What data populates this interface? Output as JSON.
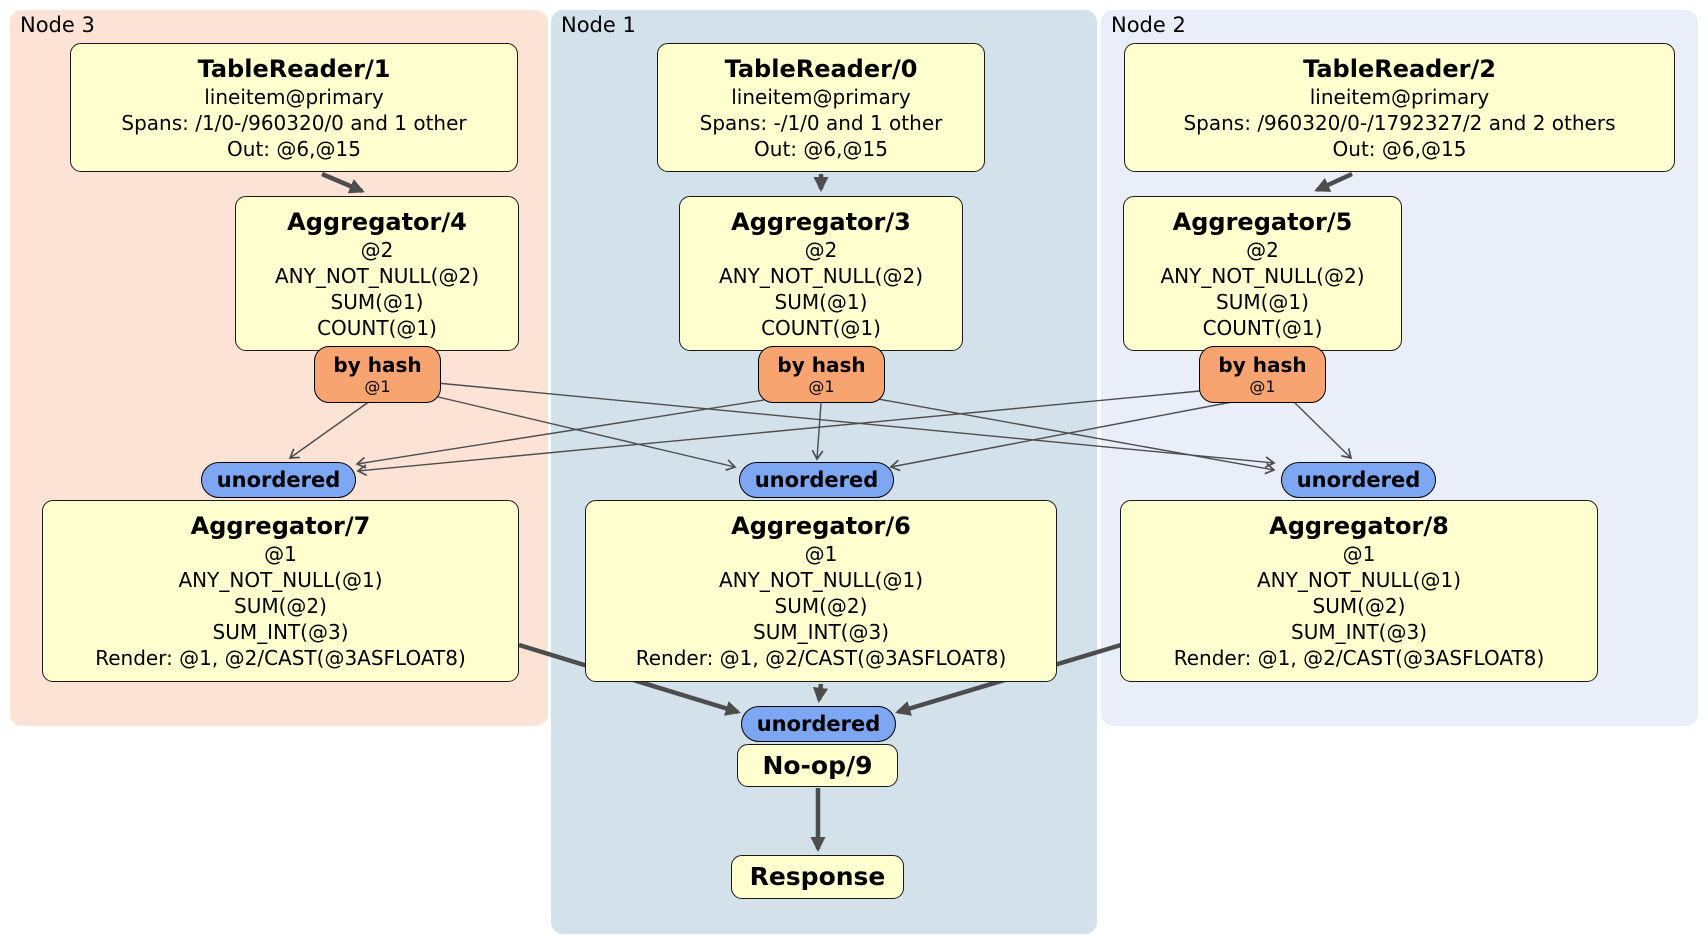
{
  "nodes": [
    {
      "label": "Node 3"
    },
    {
      "label": "Node 1"
    },
    {
      "label": "Node 2"
    }
  ],
  "processors": {
    "tr1": {
      "title": "TableReader/1",
      "lines": [
        "lineitem@primary",
        "Spans: /1/0-/960320/0 and 1 other",
        "Out: @6,@15"
      ]
    },
    "tr0": {
      "title": "TableReader/0",
      "lines": [
        "lineitem@primary",
        "Spans: -/1/0 and 1 other",
        "Out: @6,@15"
      ]
    },
    "tr2": {
      "title": "TableReader/2",
      "lines": [
        "lineitem@primary",
        "Spans: /960320/0-/1792327/2 and 2 others",
        "Out: @6,@15"
      ]
    },
    "agg4": {
      "title": "Aggregator/4",
      "lines": [
        "@2",
        "ANY_NOT_NULL(@2)",
        "SUM(@1)",
        "COUNT(@1)"
      ]
    },
    "agg3": {
      "title": "Aggregator/3",
      "lines": [
        "@2",
        "ANY_NOT_NULL(@2)",
        "SUM(@1)",
        "COUNT(@1)"
      ]
    },
    "agg5": {
      "title": "Aggregator/5",
      "lines": [
        "@2",
        "ANY_NOT_NULL(@2)",
        "SUM(@1)",
        "COUNT(@1)"
      ]
    },
    "agg7": {
      "title": "Aggregator/7",
      "lines": [
        "@1",
        "ANY_NOT_NULL(@1)",
        "SUM(@2)",
        "SUM_INT(@3)",
        "Render: @1, @2/CAST(@3ASFLOAT8)"
      ]
    },
    "agg6": {
      "title": "Aggregator/6",
      "lines": [
        "@1",
        "ANY_NOT_NULL(@1)",
        "SUM(@2)",
        "SUM_INT(@3)",
        "Render: @1, @2/CAST(@3ASFLOAT8)"
      ]
    },
    "agg8": {
      "title": "Aggregator/8",
      "lines": [
        "@1",
        "ANY_NOT_NULL(@1)",
        "SUM(@2)",
        "SUM_INT(@3)",
        "Render: @1, @2/CAST(@3ASFLOAT8)"
      ]
    },
    "noop": {
      "title": "No-op/9"
    },
    "response": {
      "title": "Response"
    }
  },
  "routers": {
    "hash3": {
      "label": "by hash",
      "detail": "@1"
    },
    "hash1": {
      "label": "by hash",
      "detail": "@1"
    },
    "hash2": {
      "label": "by hash",
      "detail": "@1"
    }
  },
  "streams": {
    "sync3": {
      "label": "unordered"
    },
    "sync1": {
      "label": "unordered"
    },
    "sync2": {
      "label": "unordered"
    },
    "sync_final": {
      "label": "unordered"
    }
  },
  "edges": {
    "thick": [
      {
        "from": "TableReader/1",
        "to": "Aggregator/4"
      },
      {
        "from": "TableReader/0",
        "to": "Aggregator/3"
      },
      {
        "from": "TableReader/2",
        "to": "Aggregator/5"
      },
      {
        "from": "Aggregator/7",
        "to": "unordered-final"
      },
      {
        "from": "Aggregator/6",
        "to": "unordered-final"
      },
      {
        "from": "Aggregator/8",
        "to": "unordered-final"
      },
      {
        "from": "No-op/9",
        "to": "Response"
      }
    ],
    "thin": [
      {
        "from": "by-hash-node3",
        "to": "unordered-node3"
      },
      {
        "from": "by-hash-node3",
        "to": "unordered-node1"
      },
      {
        "from": "by-hash-node3",
        "to": "unordered-node2"
      },
      {
        "from": "by-hash-node1",
        "to": "unordered-node3"
      },
      {
        "from": "by-hash-node1",
        "to": "unordered-node1"
      },
      {
        "from": "by-hash-node1",
        "to": "unordered-node2"
      },
      {
        "from": "by-hash-node2",
        "to": "unordered-node3"
      },
      {
        "from": "by-hash-node2",
        "to": "unordered-node1"
      },
      {
        "from": "by-hash-node2",
        "to": "unordered-node2"
      }
    ]
  },
  "colors": {
    "node3_bg": "#fce3d5",
    "node1_bg": "#d2e1ea",
    "node2_bg": "#e9eef9",
    "box_fill": "#ffffd0",
    "box_border": "#1a1a1a",
    "router_fill": "#f7a471",
    "stream_fill": "#7da7f2",
    "edge": "#4d4d4d"
  }
}
